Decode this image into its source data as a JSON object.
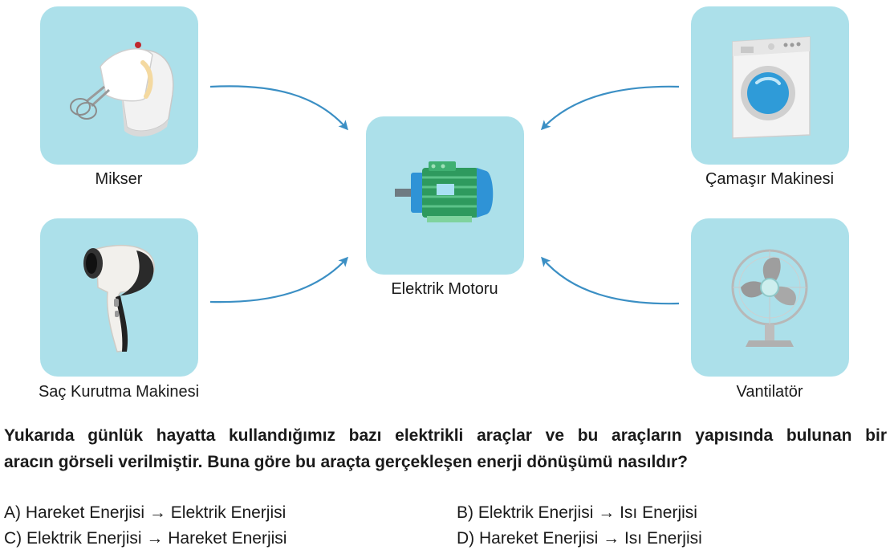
{
  "devices": [
    {
      "id": "mixer",
      "label": "Mikser",
      "icon": "mixer-icon"
    },
    {
      "id": "washer",
      "label": "Çamaşır Makinesi",
      "icon": "washing-machine-icon"
    },
    {
      "id": "dryer",
      "label": "Saç Kurutma Makinesi",
      "icon": "hair-dryer-icon"
    },
    {
      "id": "fan",
      "label": "Vantilatör",
      "icon": "fan-icon"
    }
  ],
  "center": {
    "label": "Elektrik Motoru",
    "icon": "electric-motor-icon"
  },
  "question": {
    "line1": "Yukarıda günlük hayatta kullandığımız bazı elektrikli araçlar ve bu araçların yapısında bulunan bir",
    "line2": "aracın görseli verilmiştir. Buna göre bu araçta gerçekleşen enerji dönüşümü nasıldır?"
  },
  "options": [
    {
      "letter": "A)",
      "from": "Hareket Enerjisi",
      "arrow": "→",
      "to": "Elektrik Enerjisi"
    },
    {
      "letter": "B)",
      "from": "Elektrik Enerjisi",
      "arrow": "→",
      "to": "Isı Enerjisi"
    },
    {
      "letter": "C)",
      "from": "Elektrik Enerjisi",
      "arrow": "→",
      "to": "Hareket Enerjisi"
    },
    {
      "letter": "D)",
      "from": "Hareket Enerjisi",
      "arrow": "→",
      "to": "Isı Enerjisi"
    }
  ],
  "colors": {
    "tile": "#ace0ea",
    "arrow": "#3b8fc4"
  }
}
